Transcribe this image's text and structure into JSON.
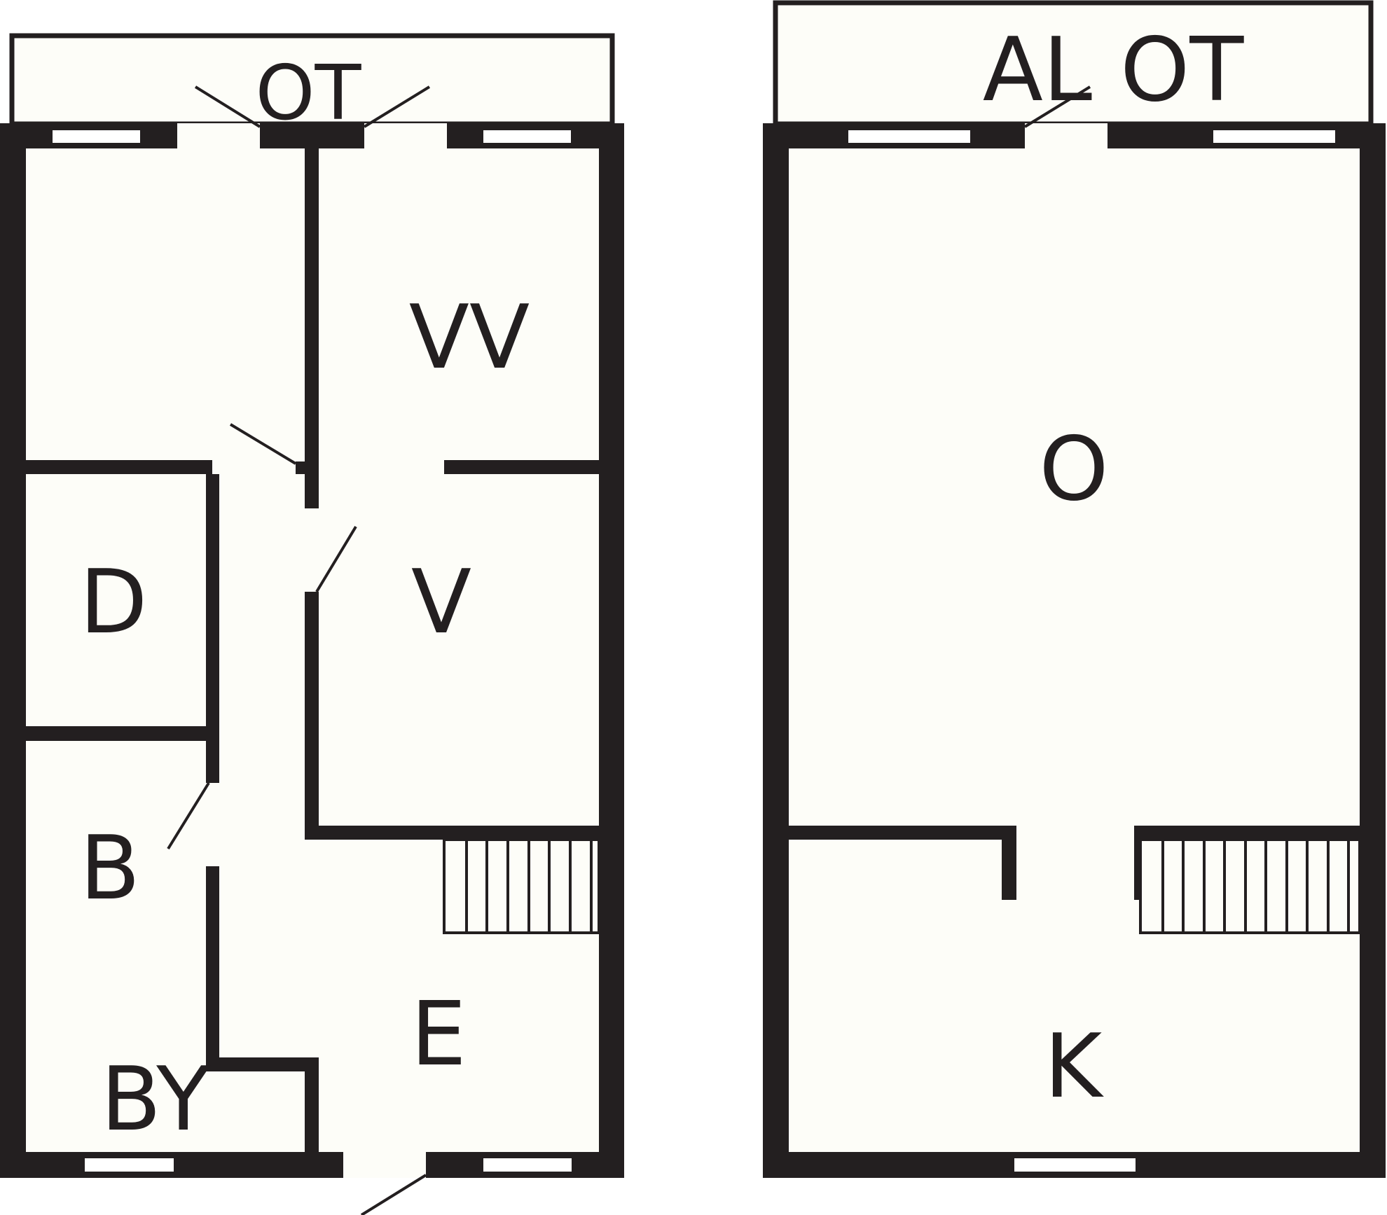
{
  "colors": {
    "wall": "#231f20",
    "floor": "#fdfdf8",
    "background": "#ffffff"
  },
  "floor_left": {
    "balcony_label": "OT",
    "rooms": {
      "top_right": "VV",
      "middle_left": "D",
      "middle_right": "V",
      "lower_left": "B",
      "bottom_left": "BY",
      "hall": "E"
    }
  },
  "floor_right": {
    "balcony_label": "AL OT",
    "rooms": {
      "main": "O",
      "bottom": "K"
    }
  }
}
